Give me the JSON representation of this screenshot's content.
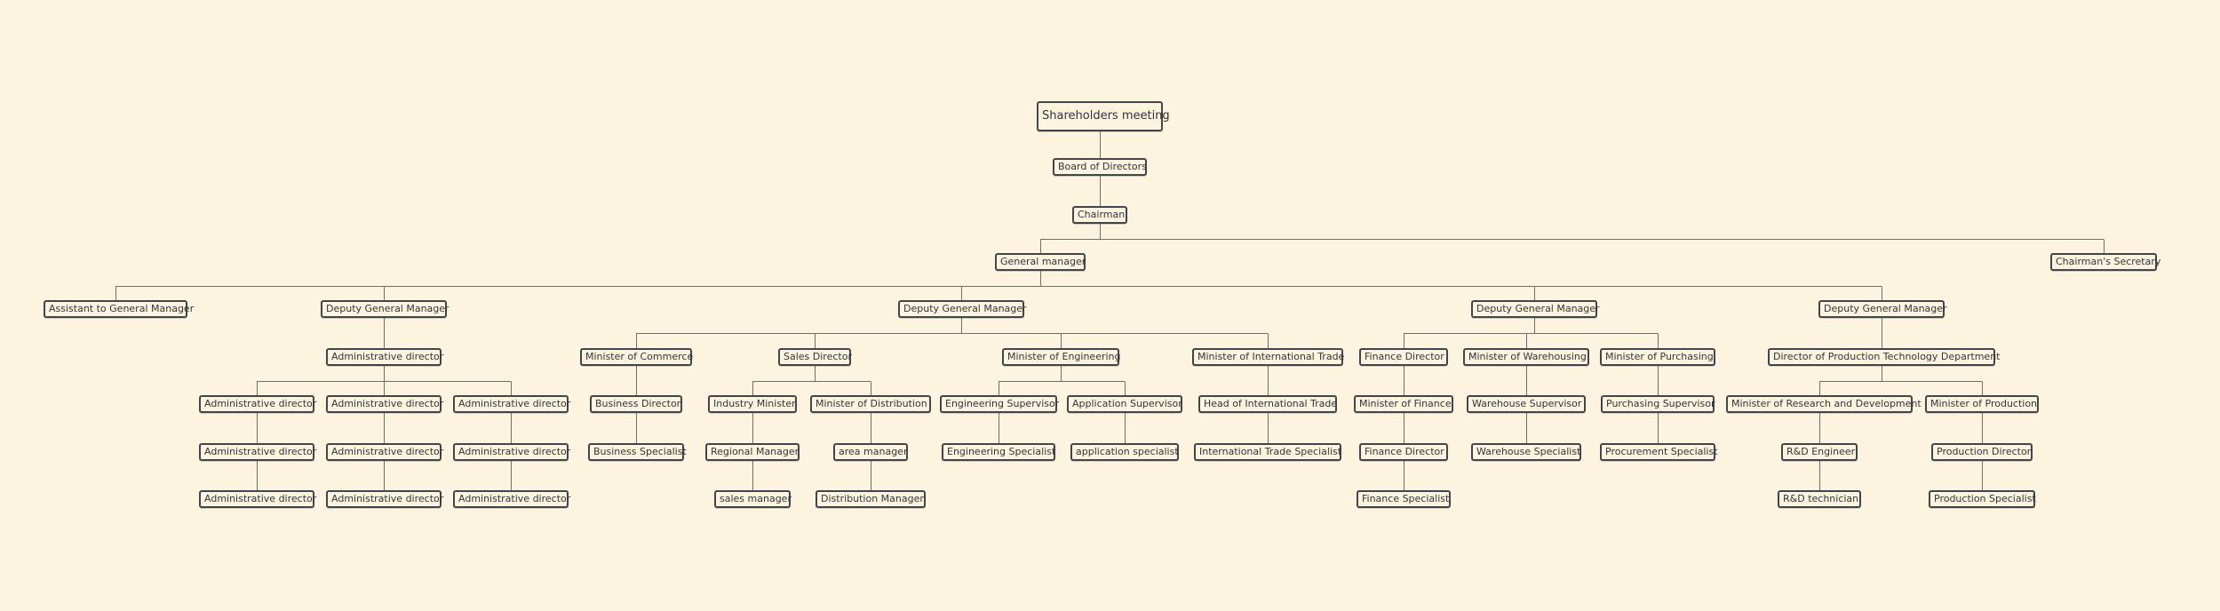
{
  "org": {
    "root": "Shareholders meeting",
    "board": "Board of Directors",
    "chairman": "Chairman",
    "general_manager": "General manager",
    "chairmans_secretary": "Chairman's Secretary",
    "assistant_gm": "Assistant to General Manager",
    "dgm1": {
      "title": "Deputy General Manager",
      "admin_director": "Administrative director",
      "columns": [
        [
          "Administrative director",
          "Administrative director",
          "Administrative director"
        ],
        [
          "Administrative director",
          "Administrative director",
          "Administrative director"
        ],
        [
          "Administrative director",
          "Administrative director",
          "Administrative director"
        ]
      ]
    },
    "dgm2": {
      "title": "Deputy General Manager",
      "commerce": [
        "Minister of Commerce",
        "Business Director",
        "Business Specialist"
      ],
      "sales": {
        "title": "Sales Director",
        "industry": [
          "Industry Minister",
          "Regional Manager",
          "sales manager"
        ],
        "distribution": [
          "Minister of Distribution",
          "area manager",
          "Distribution Manager"
        ]
      },
      "engineering": {
        "title": "Minister of Engineering",
        "eng_sup": [
          "Engineering Supervisor",
          "Engineering Specialist"
        ],
        "app_sup": [
          "Application Supervisor",
          "application specialist"
        ]
      },
      "intl_trade": [
        "Minister of International Trade",
        "Head of International Trade",
        "International Trade Specialist"
      ]
    },
    "dgm3": {
      "title": "Deputy General Manager",
      "finance": [
        "Finance Director",
        "Minister of Finance",
        "Finance Director",
        "Finance Specialist"
      ],
      "warehousing": [
        "Minister of Warehousing",
        "Warehouse Supervisor",
        "Warehouse Specialist"
      ],
      "purchasing": [
        "Minister of Purchasing",
        "Purchasing Supervisor",
        "Procurement Specialist"
      ]
    },
    "dgm4": {
      "title": "Deputy General Manager",
      "prod_tech": "Director of Production Technology Department",
      "rnd": [
        "Minister of Research and Development",
        "R&D Engineer",
        "R&D technician"
      ],
      "production": [
        "Minister of Production",
        "Production Director",
        "Production Specialist"
      ]
    }
  },
  "colors": {
    "background": "#fcf4df",
    "node_border": "#43454c",
    "text": "#32343a",
    "line": "#6e6e6e"
  }
}
